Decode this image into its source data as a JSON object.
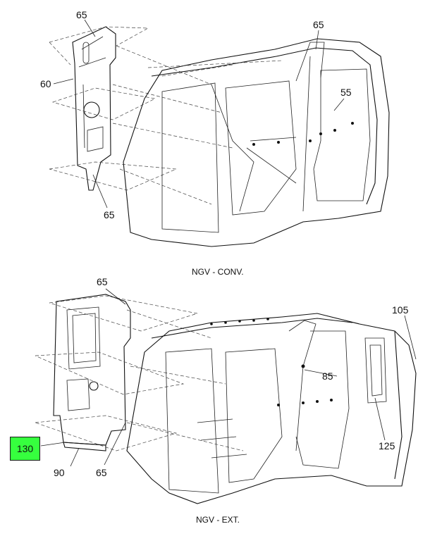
{
  "top_view": {
    "caption": "NGV - CONV.",
    "callouts": [
      "65",
      "65",
      "60",
      "55",
      "65"
    ]
  },
  "bottom_view": {
    "caption": "NGV - EXT.",
    "callouts": [
      "65",
      "105",
      "85",
      "130",
      "90",
      "65",
      "125"
    ]
  },
  "highlight": {
    "label": "130",
    "color": "#36ff3e"
  }
}
